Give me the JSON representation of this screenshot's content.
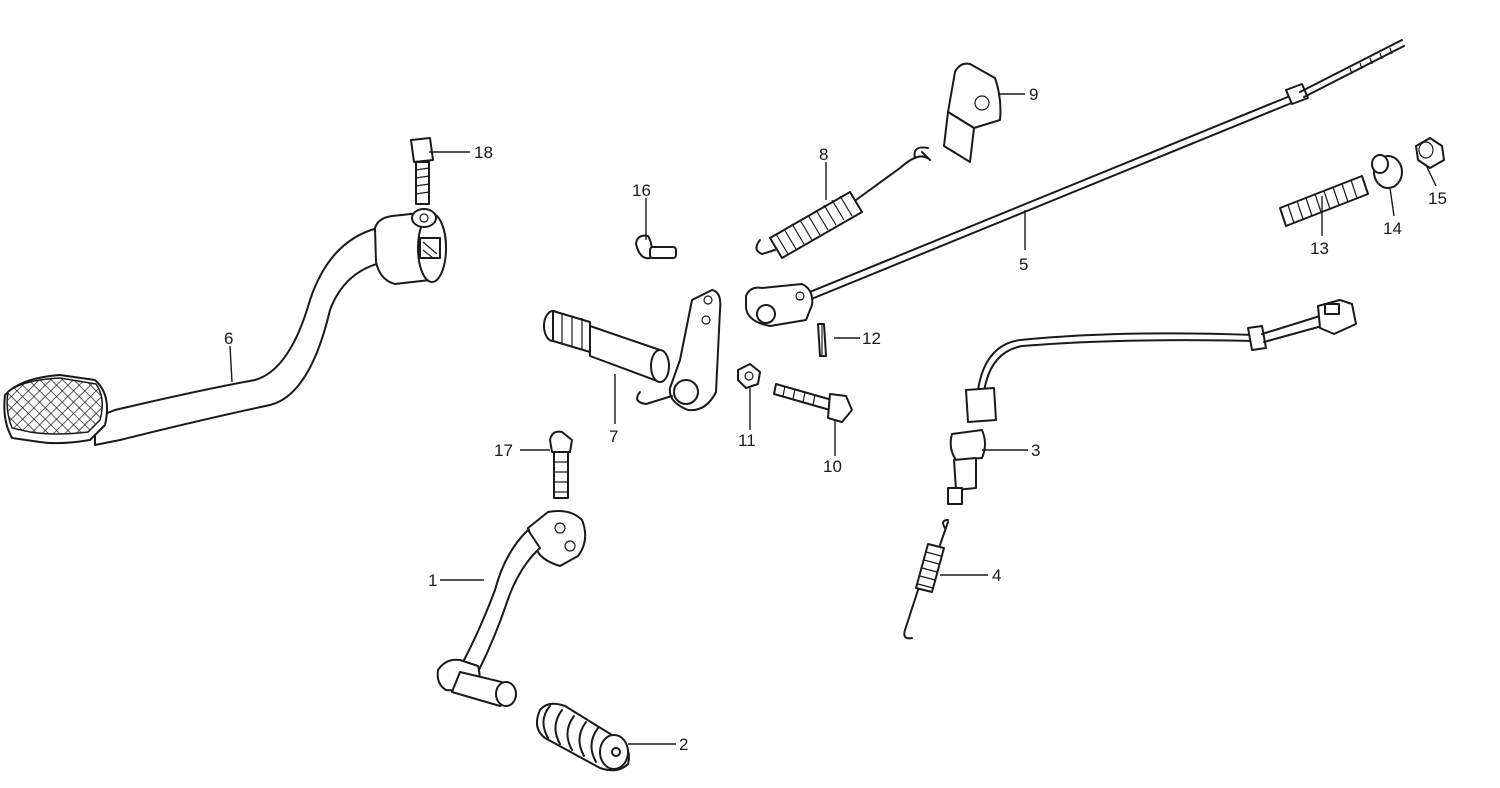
{
  "callouts": [
    {
      "id": "1",
      "label": "1"
    },
    {
      "id": "2",
      "label": "2"
    },
    {
      "id": "3",
      "label": "3"
    },
    {
      "id": "4",
      "label": "4"
    },
    {
      "id": "5",
      "label": "5"
    },
    {
      "id": "6",
      "label": "6"
    },
    {
      "id": "7",
      "label": "7"
    },
    {
      "id": "8",
      "label": "8"
    },
    {
      "id": "9",
      "label": "9"
    },
    {
      "id": "10",
      "label": "10"
    },
    {
      "id": "11",
      "label": "11"
    },
    {
      "id": "12",
      "label": "12"
    },
    {
      "id": "13",
      "label": "13"
    },
    {
      "id": "14",
      "label": "14"
    },
    {
      "id": "15",
      "label": "15"
    },
    {
      "id": "16",
      "label": "16"
    },
    {
      "id": "17",
      "label": "17"
    },
    {
      "id": "18",
      "label": "18"
    }
  ],
  "colors": {
    "ink": "#1a1a1a",
    "paper": "#ffffff"
  }
}
